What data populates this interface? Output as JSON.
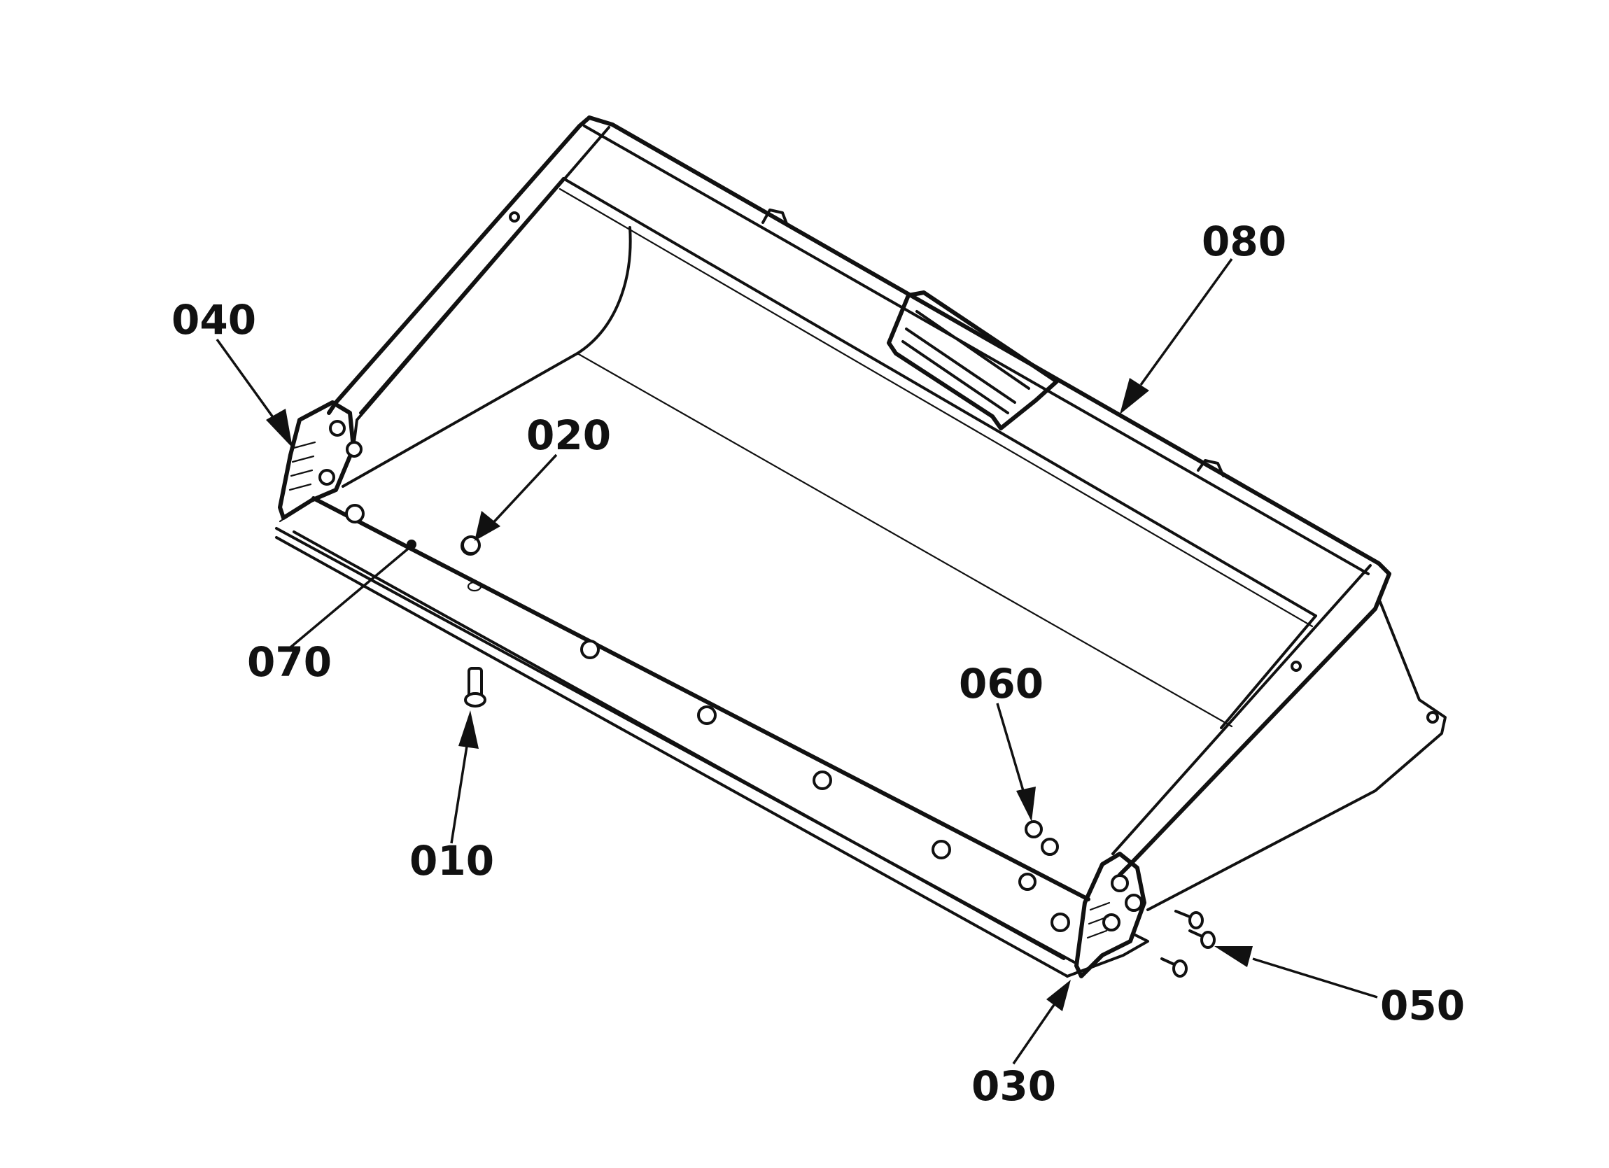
{
  "callouts": [
    {
      "id": "010",
      "label": "010"
    },
    {
      "id": "020",
      "label": "020"
    },
    {
      "id": "030",
      "label": "030"
    },
    {
      "id": "040",
      "label": "040"
    },
    {
      "id": "050",
      "label": "050"
    },
    {
      "id": "060",
      "label": "060"
    },
    {
      "id": "070",
      "label": "070"
    },
    {
      "id": "080",
      "label": "080"
    }
  ],
  "colors": {
    "line": "#111111",
    "background": "#ffffff"
  }
}
